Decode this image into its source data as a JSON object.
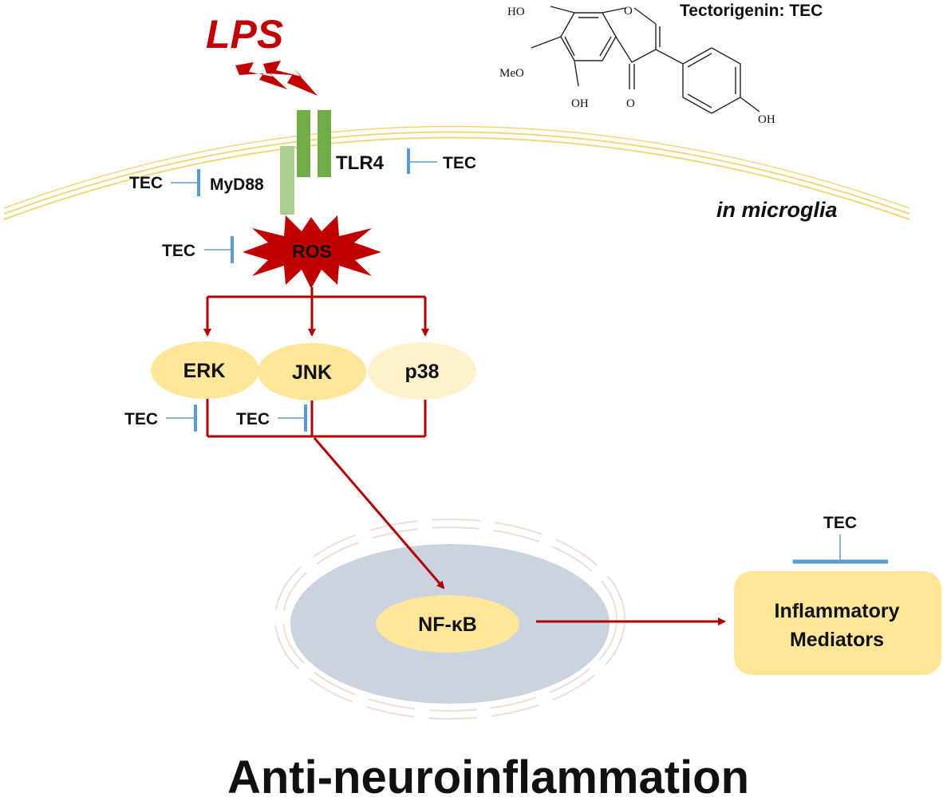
{
  "colors": {
    "lps": "#c00000",
    "arrow": "#b00000",
    "inhibit": "#5b9bd5",
    "tlr4": "#70ad47",
    "myd88": "#a9d18e",
    "kinase_strong": "#ffe699",
    "kinase_light": "#fff2cc",
    "nucleus": "#cbd2e0",
    "membrane": "#f2d77a",
    "mediator_box": "#ffe699"
  },
  "stimulus": {
    "label": "LPS",
    "icon": "lightning-bolt-icon"
  },
  "compound": {
    "title": "Tectorigenin: TEC",
    "substituents": {
      "ho_top": "HO",
      "ring_o": "O",
      "meo": "MeO",
      "oh_bottom": "OH",
      "carbonyl_o": "O",
      "oh_phenyl": "OH"
    }
  },
  "receptor": {
    "tlr4": "TLR4",
    "myd88": "MyD88"
  },
  "location": "in microglia",
  "ros": "ROS",
  "kinases": {
    "erk": "ERK",
    "jnk": "JNK",
    "p38": "p38"
  },
  "nfkb": "NF-κB",
  "mediators": {
    "line1": "Inflammatory",
    "line2": "Mediators"
  },
  "inhibitor": {
    "tlr4": "TEC",
    "myd88": "TEC",
    "ros": "TEC",
    "erk": "TEC",
    "jnk": "TEC",
    "mediators": "TEC"
  },
  "footer": "Anti-neuroinflammation"
}
